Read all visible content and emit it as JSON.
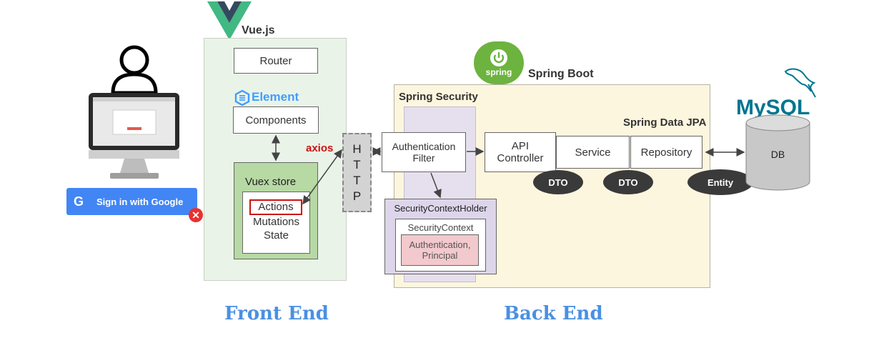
{
  "frontend": {
    "framework": "Vue.js",
    "router": "Router",
    "element_logo": "Element",
    "components": "Components",
    "vuex_title": "Vuex store",
    "vuex_actions": "Actions",
    "vuex_mutations": "Mutations",
    "vuex_state": "State",
    "axios": "axios",
    "google_button": "Sign in with Google",
    "section_label": "Front End"
  },
  "http": [
    "H",
    "T",
    "T",
    "P"
  ],
  "backend": {
    "spring_boot": "Spring Boot",
    "spring_icon_text": "spring",
    "spring_security": "Spring Security",
    "auth_filter": "Authentication Filter",
    "sec_context_holder": "SecurityContextHolder",
    "sec_context": "SecurityContext",
    "auth_principal": "Authentication, Principal",
    "spring_data_jpa": "Spring Data JPA",
    "api_controller": "API Controller",
    "service": "Service",
    "repository": "Repository",
    "dto1": "DTO",
    "dto2": "DTO",
    "entity": "Entity",
    "section_label": "Back End"
  },
  "db": {
    "logo": "MySQL",
    "label": "DB"
  },
  "colors": {
    "vue_green": "#42b883",
    "vue_dark": "#35495e",
    "front_panel": "#eaf3e8",
    "vuex_green": "#b7d9a4",
    "spring_green": "#6db33f",
    "backend_panel": "#fdf6df",
    "security_column": "#e6e0ee",
    "holder_purple": "#ddd6ea",
    "auth_pink": "#f2c9cc",
    "google_blue": "#4285f4",
    "label_blue": "#4a90e2",
    "dark_pill": "#3a3a3a",
    "red_accent": "#cc1111",
    "mysql_blue": "#00758f",
    "mysql_orange": "#f29111"
  }
}
